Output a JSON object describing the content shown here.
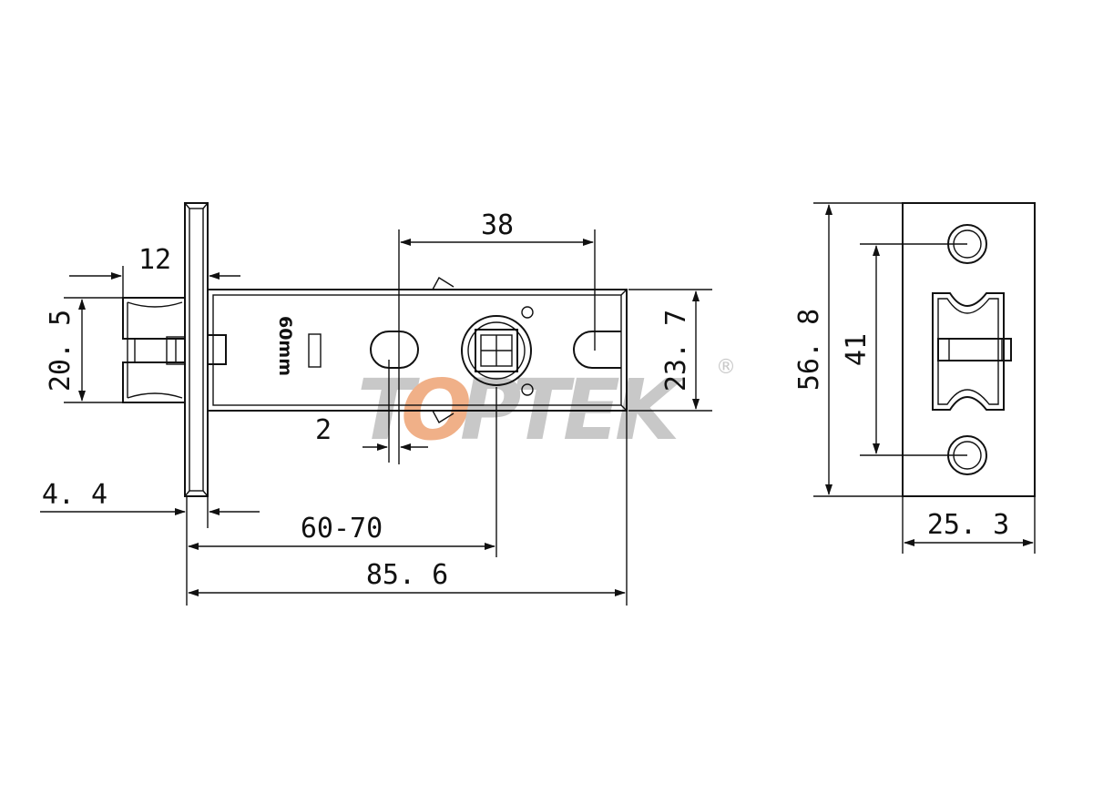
{
  "watermark": {
    "letters": [
      "T",
      "O",
      "P",
      "T",
      "E",
      "K"
    ],
    "registered_mark": "®",
    "accent_color": "#f0b088",
    "base_color": "#c8c8c8"
  },
  "latch_label": "60mm",
  "dimensions": {
    "backset_hole_spacing": "38",
    "latch_projection": "12",
    "latch_bolt_height": "20. 5",
    "body_height": "23. 7",
    "slot_width": "2",
    "faceplate_thickness": "4. 4",
    "backset": "60-70",
    "total_length": "85. 6",
    "faceplate_height": "56. 8",
    "screw_hole_spacing": "41",
    "faceplate_width": "25. 3"
  }
}
